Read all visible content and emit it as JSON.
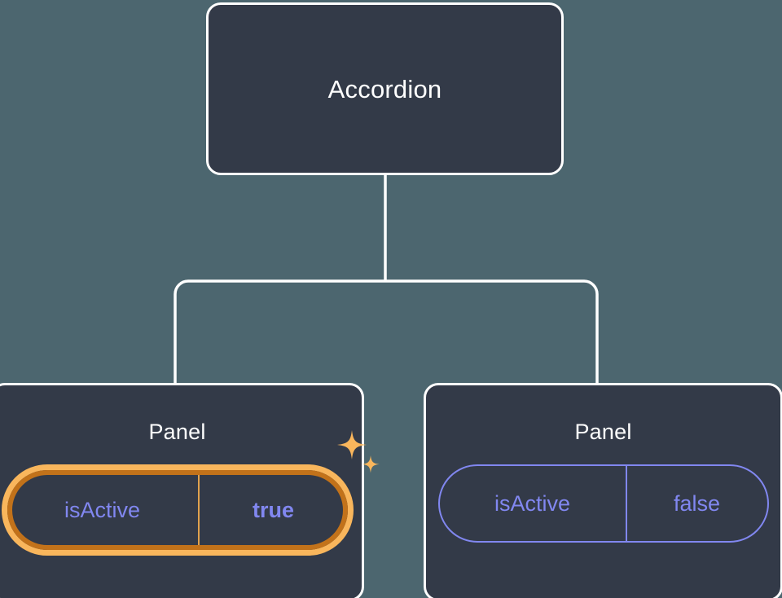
{
  "theme": {
    "page_background": "#4C666F",
    "node_background": "#333A48",
    "node_border": "#FFFFFF",
    "edge_color": "#FFFFFF",
    "prop_accent": "#8187F0",
    "highlight_inner": "#F9B65C",
    "highlight_outer": "#C2721A",
    "sparkle_color": "#F9B65C"
  },
  "tree": {
    "root": {
      "title": "Accordion"
    },
    "children": [
      {
        "title": "Panel",
        "highlighted": true,
        "prop": {
          "key": "isActive",
          "value": "true"
        }
      },
      {
        "title": "Panel",
        "highlighted": false,
        "prop": {
          "key": "isActive",
          "value": "false"
        }
      }
    ]
  }
}
